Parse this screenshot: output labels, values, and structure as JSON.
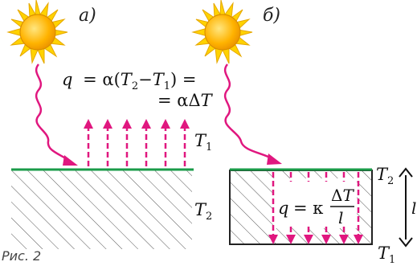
{
  "panels": {
    "a": {
      "label": "а)",
      "temp_top": "T",
      "temp_top_sub": "1",
      "temp_bottom": "T",
      "temp_bottom_sub": "2"
    },
    "b": {
      "label": "б)",
      "temp_top": "T",
      "temp_top_sub": "2",
      "temp_bottom": "T",
      "temp_bottom_sub": "1",
      "thickness": "l"
    }
  },
  "formulas": {
    "convection_line1_q": "q",
    "convection_line1_eq": "= α(",
    "convection_line1_T2": "T",
    "convection_line1_T2sub": "2",
    "convection_line1_minus": "−",
    "convection_line1_T1": "T",
    "convection_line1_T1sub": "1",
    "convection_line1_end": ") =",
    "convection_line2": "= αΔ",
    "convection_line2_T": "T",
    "conduction_q": "q",
    "conduction_eq": "= κ",
    "conduction_num": "Δ",
    "conduction_num_T": "T",
    "conduction_den": "l"
  },
  "caption": "Рис. 2",
  "colors": {
    "arrow": "#e0177f",
    "surface": "#1a9b48",
    "sun_ray": "#ffd200",
    "sun_core": "#ffb300",
    "hatch": "#444444"
  }
}
